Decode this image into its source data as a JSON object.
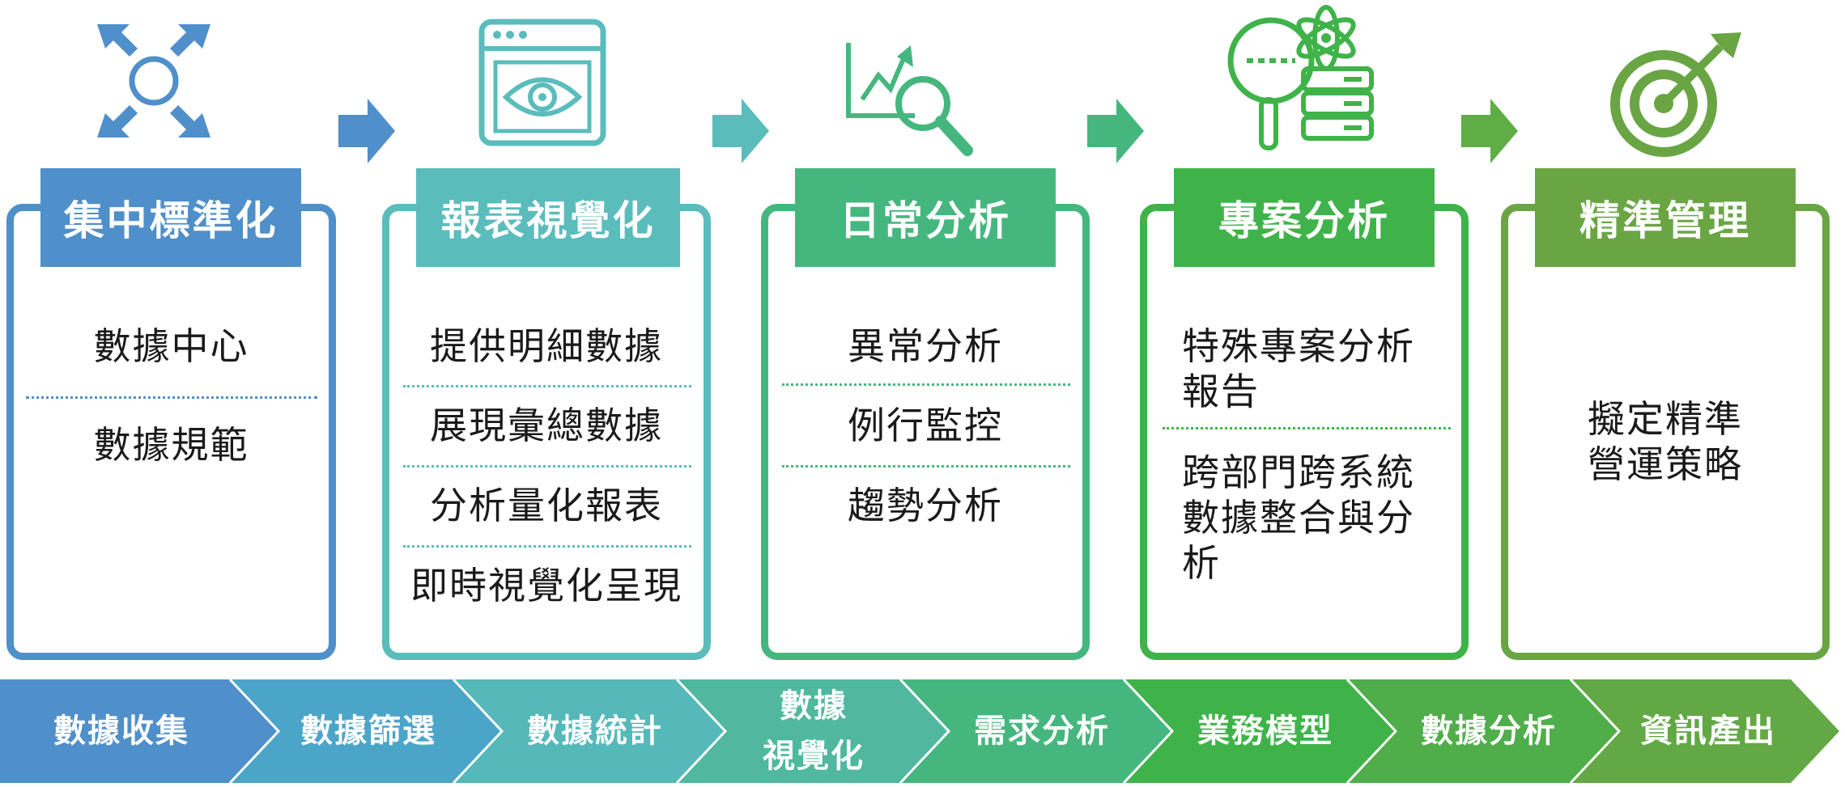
{
  "stages": [
    {
      "title": "集中標準化",
      "items": [
        "數據中心",
        "數據規範"
      ],
      "color": "#4f8fca",
      "icon": "collect-arrows-icon"
    },
    {
      "title": "報表視覺化",
      "items": [
        "提供明細數據",
        "展現彙總數據",
        "分析量化報表",
        "即時視覺化呈現"
      ],
      "color": "#5bbcbc",
      "icon": "browser-eye-icon"
    },
    {
      "title": "日常分析",
      "items": [
        "異常分析",
        "例行監控",
        "趨勢分析"
      ],
      "color": "#45b77e",
      "icon": "trend-magnifier-icon"
    },
    {
      "title": "專案分析",
      "items": [
        "特殊專案分析\n報告",
        "跨部門跨系統\n數據整合與分\n析"
      ],
      "color": "#3fb34a",
      "icon": "science-database-icon"
    },
    {
      "title": "精準管理",
      "items": [
        "擬定精準\n營運策略"
      ],
      "color": "#6aa544",
      "icon": "target-icon"
    }
  ],
  "process_bar": [
    "數據收集",
    "數據篩選",
    "數據統計",
    "數據\n視覺化",
    "需求分析",
    "業務模型",
    "數據分析",
    "資訊產出"
  ],
  "process_colors": [
    "#4f8fca",
    "#4ba5c8",
    "#55b8b9",
    "#4fb89e",
    "#45b77e",
    "#3fb34a",
    "#4fae4a",
    "#62a844"
  ]
}
